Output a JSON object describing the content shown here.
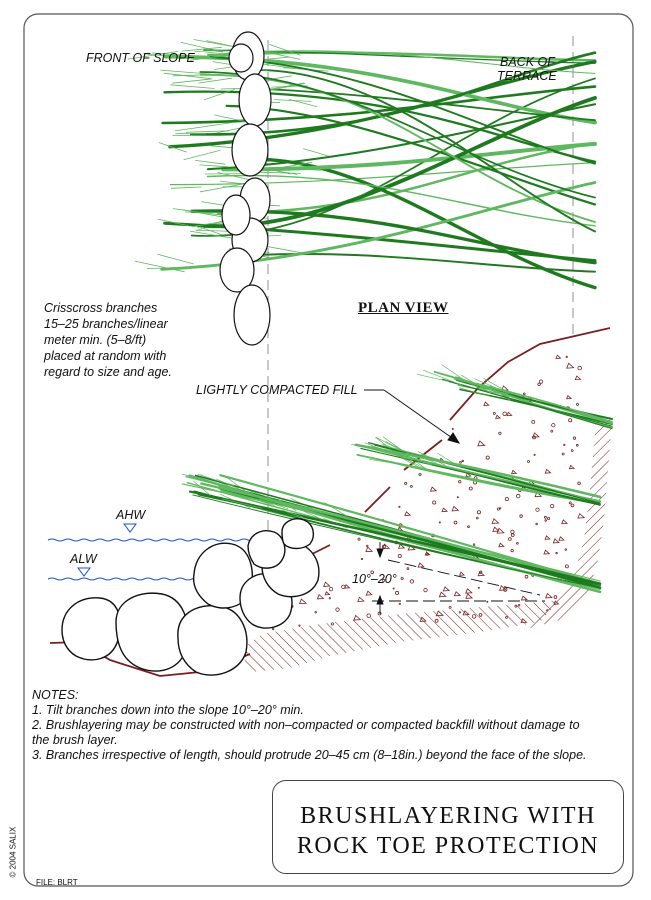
{
  "labels": {
    "front_of_slope": "FRONT OF SLOPE",
    "back_of_terrace_1": "BACK OF",
    "back_of_terrace_2": "TERRACE",
    "plan_view": "PLAN VIEW",
    "crisscross_1": "Crisscross branches",
    "crisscross_2": "15–25 branches/linear",
    "crisscross_3": "meter min. (5–8/ft)",
    "crisscross_4": "placed at random with",
    "crisscross_5": "regard to size and age.",
    "fill": "LIGHTLY COMPACTED FILL",
    "ahw": "AHW",
    "alw": "ALW",
    "angle": "10°–20°"
  },
  "notes": {
    "heading": "NOTES:",
    "n1": "1. Tilt branches down into the slope 10°–20° min.",
    "n2": "2. Brushlayering may be constructed with non–compacted or compacted backfill without damage to the brush layer.",
    "n3": "3. Branches irrespective of length, should protrude 20–45 cm (8–18in.) beyond the face of the slope."
  },
  "title": {
    "line1": "BRUSHLAYERING WITH",
    "line2": "ROCK TOE PROTECTION"
  },
  "footer": {
    "copyright": "© 2004 SALIX",
    "file": "FILE: BLRT"
  },
  "colors": {
    "branch": "#1f7a1f",
    "branch_light": "#5fb85f",
    "soil": "#7a1f1f",
    "water": "#1f4fd0",
    "ink": "#111111"
  }
}
